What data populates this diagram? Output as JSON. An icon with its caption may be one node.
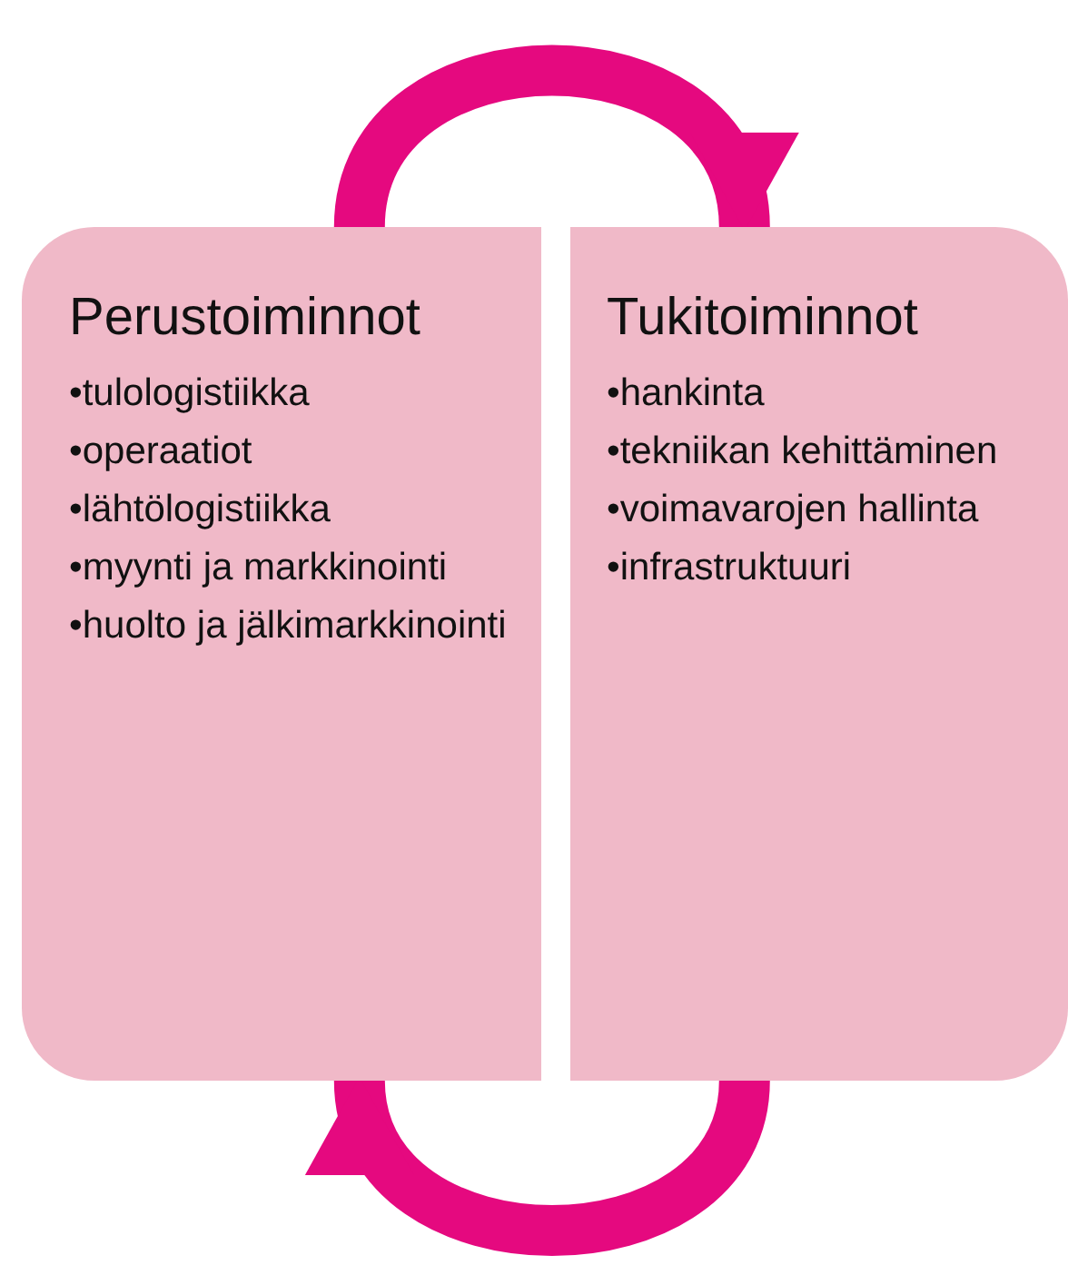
{
  "diagram": {
    "nodes": [
      {
        "text": [
          "Perustoiminnot",
          "•tulologistiikka",
          "•operaatiot",
          "•lähtölogistiikka",
          "•myynti ja markkinointi",
          "•huolto ja jälkimarkkinointi"
        ]
      },
      {
        "text": [
          "Tukitoiminnot",
          "•hankinta",
          "•tekniikan kehittäminen",
          "•voimavarojen hallinta",
          "•infrastruktuuri"
        ]
      }
    ],
    "edges": [
      {
        "from": 0,
        "to": 1,
        "arrow": "to"
      },
      {
        "from": 1,
        "to": 0,
        "arrow": "to"
      }
    ]
  }
}
